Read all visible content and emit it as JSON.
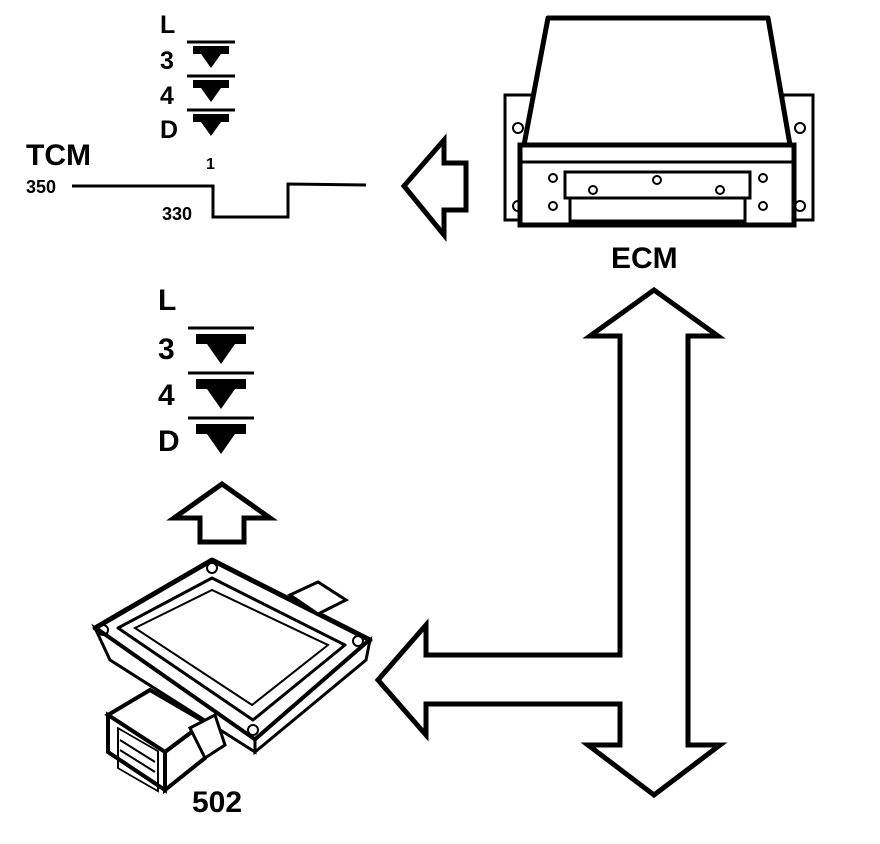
{
  "labels": {
    "tcm": "TCM",
    "ecm": "ECM",
    "module_502": "502",
    "signal_high": "350",
    "signal_low": "330",
    "signal_edge": "1"
  },
  "gear_stack_top": [
    "L",
    "3",
    "4",
    "D"
  ],
  "gear_stack_bottom": [
    "L",
    "3",
    "4",
    "D"
  ],
  "colors": {
    "ink": "#000000",
    "paper": "#ffffff"
  },
  "icons": [
    "hollow-arrow-left-icon",
    "hollow-arrow-up-icon",
    "double-headed-t-arrow-icon",
    "down-chevron-arrow-icon",
    "ecm-module-icon",
    "tcm-module-502-icon"
  ]
}
